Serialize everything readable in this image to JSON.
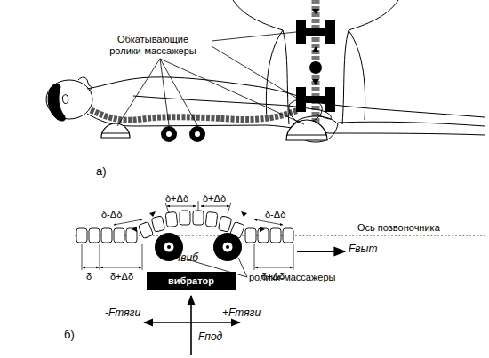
{
  "diagram": {
    "nodes": [
      {
        "text": [
          "вибратор"
        ]
      }
    ],
    "labels": [
      "Обкатывающие ролики-массажеры",
      "а)",
      "Ось позвоночника",
      "δ+Δδ",
      "δ+Δδ",
      "δ-Δδ",
      "δ-Δδ",
      "δ",
      "δ+Δδ",
      "δ+Δδ",
      "Fвыт",
      "fвиб",
      "ролики-массажеры",
      "-Fтяги",
      "+Fтяги",
      "Fпод",
      "б)"
    ]
  }
}
